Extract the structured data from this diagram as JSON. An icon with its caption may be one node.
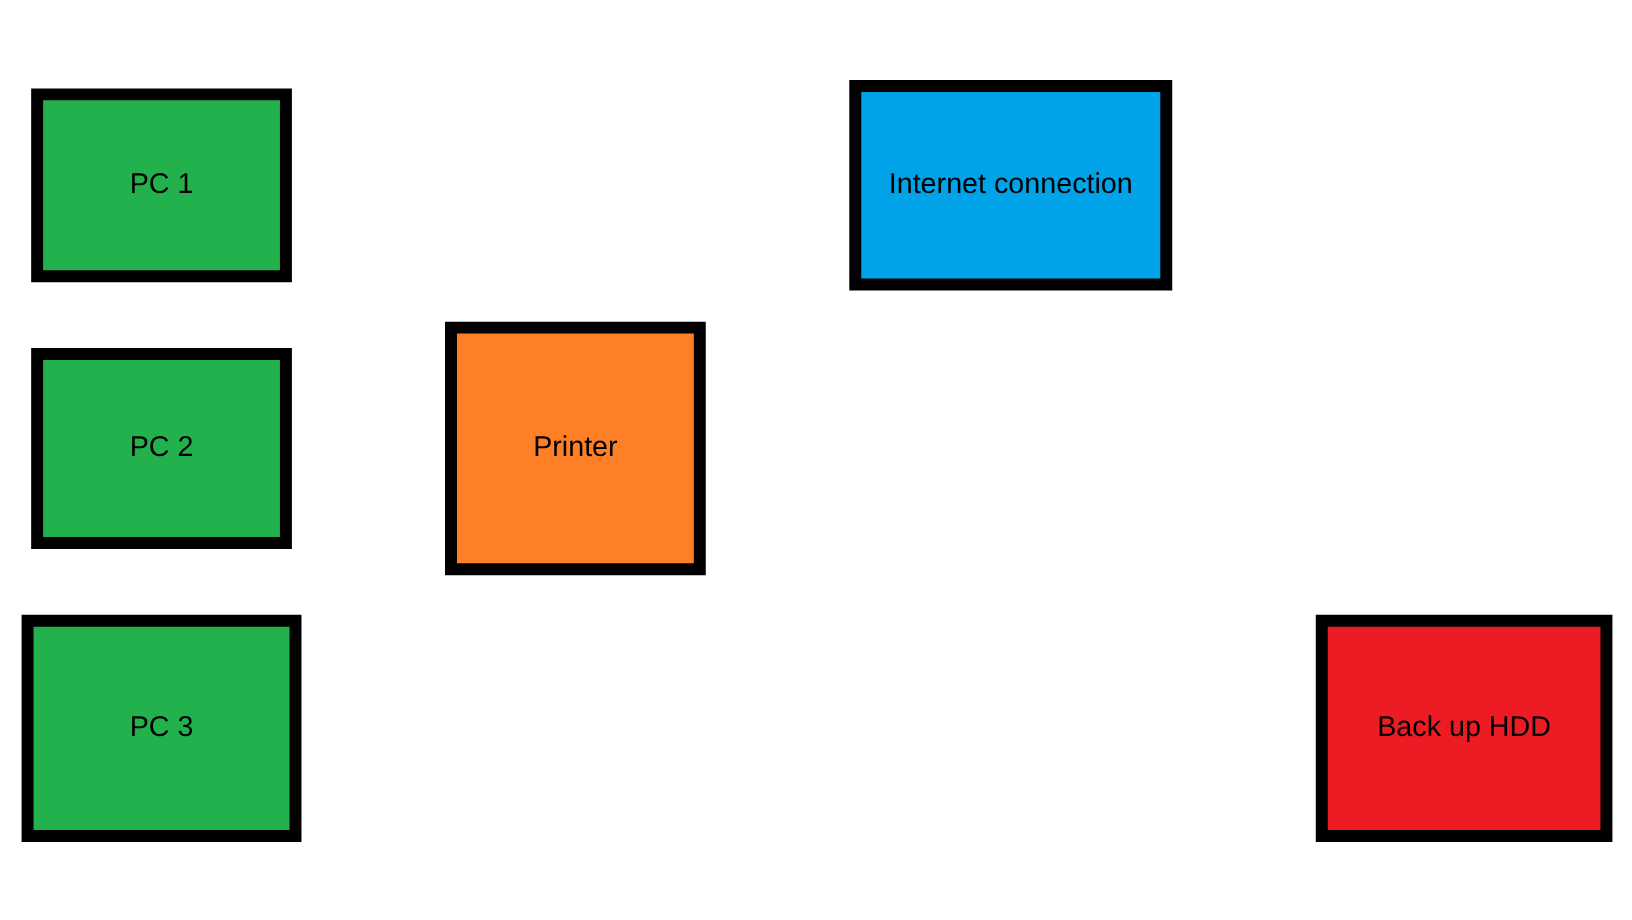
{
  "diagram": {
    "nodes": [
      {
        "text": [
          "PC 1"
        ]
      },
      {
        "text": [
          "PC 2"
        ]
      },
      {
        "text": [
          "PC 3"
        ]
      },
      {
        "text": [
          "Printer"
        ]
      },
      {
        "text": [
          "Internet connection"
        ]
      },
      {
        "text": [
          "Back up HDD"
        ]
      }
    ]
  }
}
